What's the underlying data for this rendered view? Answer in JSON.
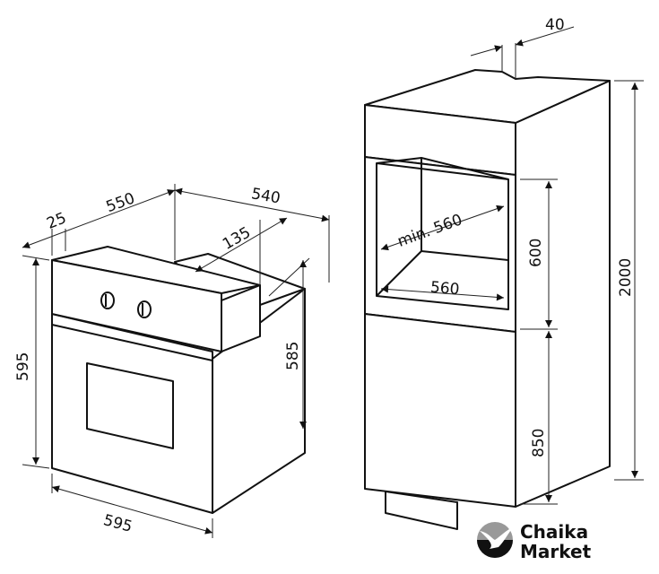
{
  "oven_dimensions": {
    "depth_total": "550",
    "panel_thickness": "25",
    "body_depth": "540",
    "rear_offset": "135",
    "height": "595",
    "width": "595",
    "body_height": "585"
  },
  "cabinet_dimensions": {
    "vent_gap": "40",
    "niche_depth": "min. 560",
    "niche_width": "560",
    "niche_height": "600",
    "base_height": "850",
    "total_height": "2000"
  },
  "logo": {
    "line1": "Chaika",
    "line2": "Market"
  }
}
